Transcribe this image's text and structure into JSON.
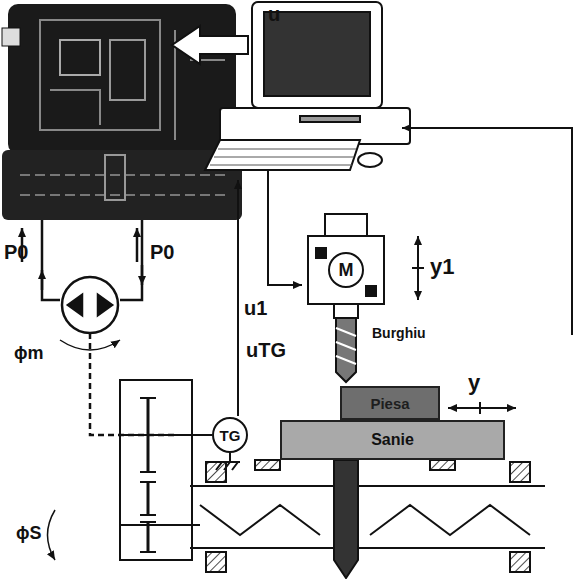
{
  "diagram": {
    "nodes": [
      {
        "text": [
          "M"
        ]
      },
      {
        "text": [
          "TG"
        ]
      },
      {
        "text": [
          "Piesa"
        ]
      },
      {
        "text": [
          "Sanie"
        ]
      }
    ],
    "labels": [
      "u",
      "P0",
      "P0",
      "u1",
      "y1",
      "uTG",
      "ϕm",
      "Burghiu",
      "y",
      "ϕS"
    ]
  }
}
